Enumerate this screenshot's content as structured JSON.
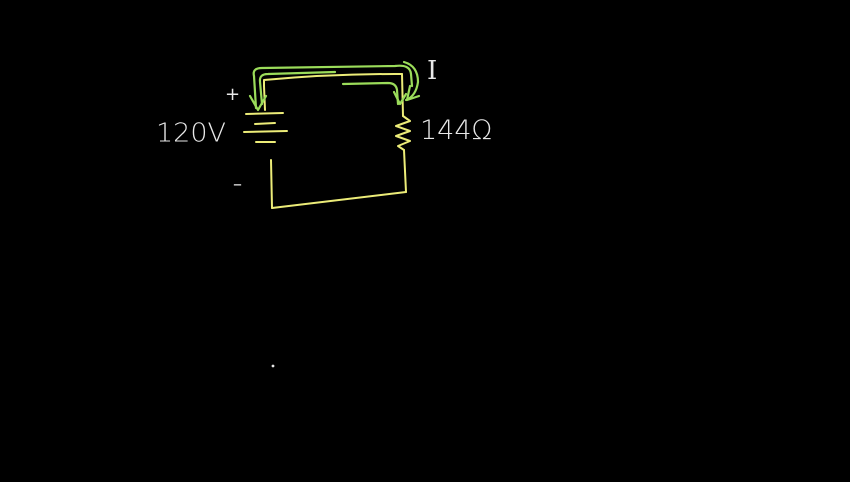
{
  "colors": {
    "background": "#000000",
    "circuit_chalk": "#ecec78",
    "current_chalk": "#9bdc5a",
    "label_chalk": "#e8e8e8"
  },
  "labels": {
    "voltage": "120V",
    "resistance": "144Ω",
    "current": "I",
    "plus": "+",
    "minus": "–"
  }
}
